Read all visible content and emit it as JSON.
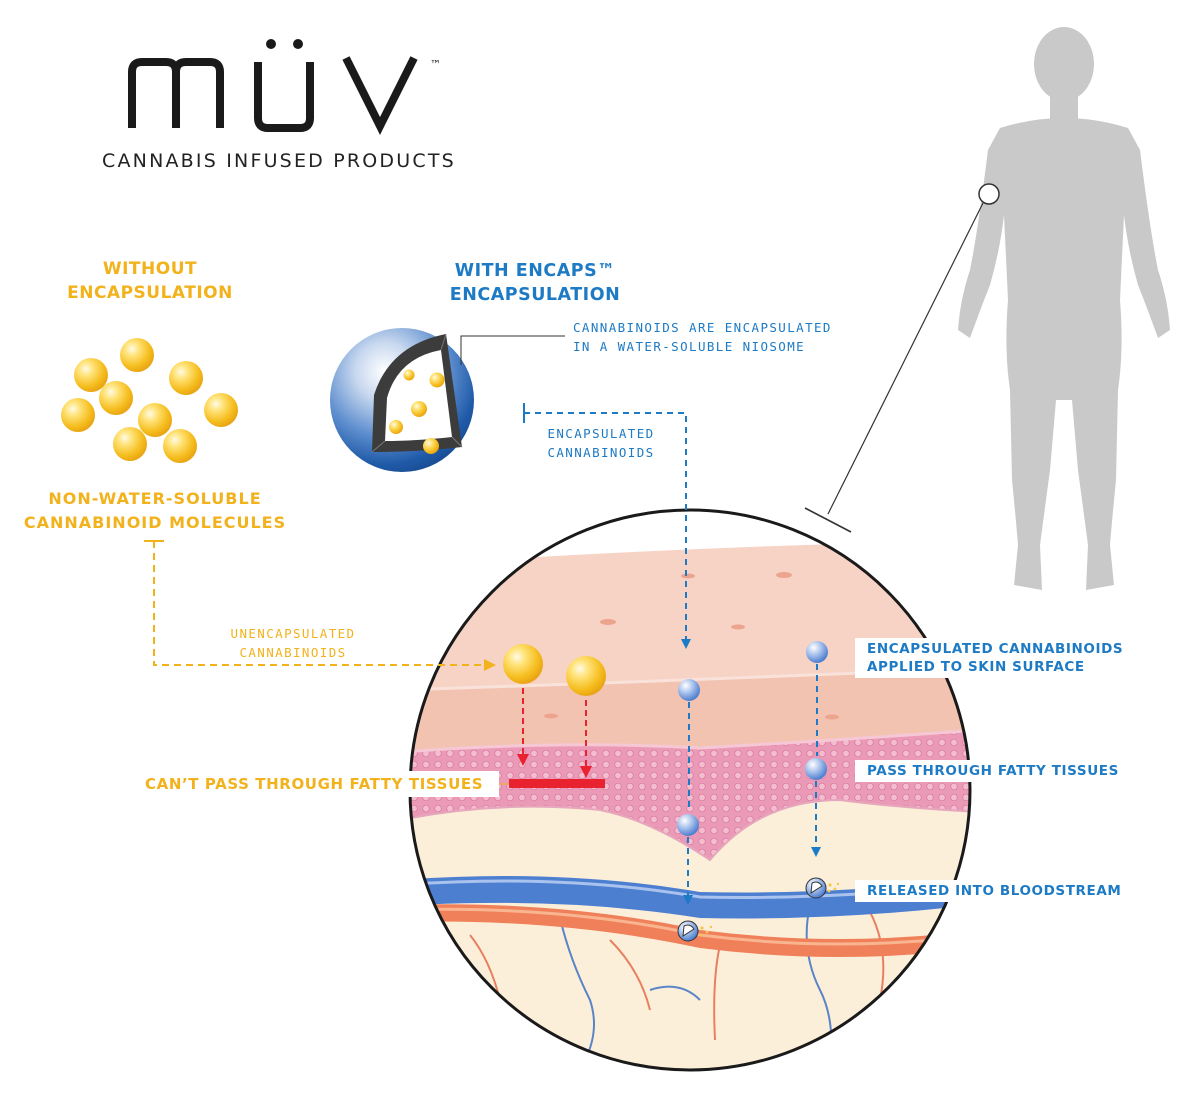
{
  "brand": {
    "logo_text": "MÜV",
    "trademark": "™",
    "tagline": "CANNABIS INFUSED PRODUCTS"
  },
  "left_panel": {
    "heading_line1": "WITHOUT",
    "heading_line2": "ENCAPSULATION",
    "molecules_line1": "NON-WATER-SOLUBLE",
    "molecules_line2": "CANNABINOID MOLECULES",
    "path_label_line1": "UNENCAPSULATED",
    "path_label_line2": "CANNABINOIDS"
  },
  "right_panel": {
    "heading_line1": "WITH ENCAPS™",
    "heading_line2": "ENCAPSULATION",
    "niosome_note_line1": "CANNABINOIDS ARE ENCAPSULATED",
    "niosome_note_line2": "IN A WATER-SOLUBLE NIOSOME",
    "path_label_line1": "ENCAPSULATED",
    "path_label_line2": "CANNABINOIDS"
  },
  "callouts": {
    "cant_pass": "CAN’T PASS THROUGH FATTY TISSUES",
    "applied_line1": "ENCAPSULATED CANNABINOIDS",
    "applied_line2": "APPLIED TO SKIN SURFACE",
    "pass_through": "PASS THROUGH FATTY TISSUES",
    "released": "RELEASED INTO BLOODSTREAM"
  },
  "colors": {
    "orange": "#f2b21c",
    "blue": "#1d7ac4",
    "red": "#e8232f",
    "skin_top": "#f6cfc2",
    "fat_layer": "#e98fae",
    "dermis": "#faeed8",
    "silhouette": "#c9c9c9"
  },
  "icons": {
    "body_silhouette": "human-silhouette-icon",
    "niosome": "niosome-sphere-icon",
    "cannabinoid_molecule": "yellow-sphere-icon"
  }
}
